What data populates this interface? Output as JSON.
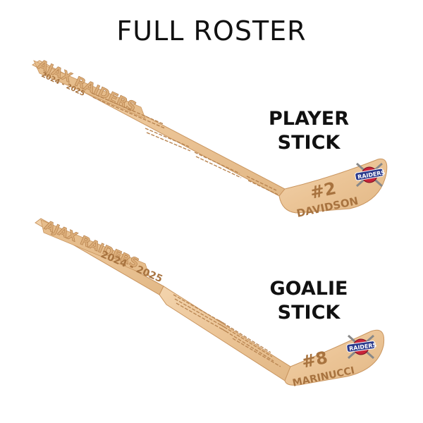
{
  "title": "FULL ROSTER",
  "player": {
    "label_line1": "PLAYER",
    "label_line2": "STICK",
    "team": "AJAX RAIDERS",
    "season": "2024 - 2025",
    "number": "#2",
    "name": "DAVIDSON",
    "logo_text": "RAIDERS"
  },
  "goalie": {
    "label_line1": "GOALIE",
    "label_line2": "STICK",
    "team": "AJAX RAIDERS",
    "season": "2024 - 2025",
    "number": "#8",
    "name": "MARINUCCI",
    "logo_text": "RAIDERS"
  },
  "colors": {
    "wood": "#ecc79a",
    "wood_edge": "#c9955f",
    "engrave": "#a8733f",
    "logo_red": "#c8243a",
    "logo_blue": "#2b3a8c"
  }
}
